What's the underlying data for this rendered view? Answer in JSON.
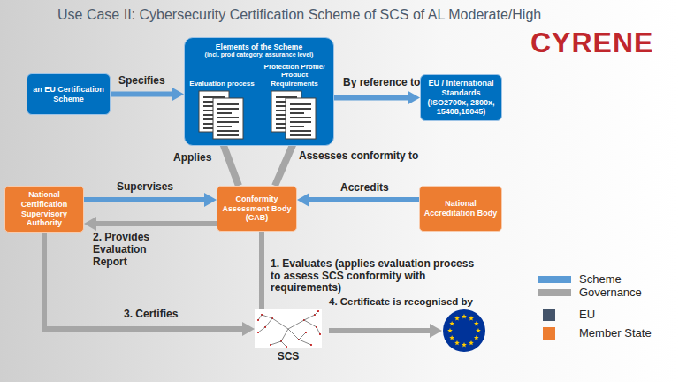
{
  "diagram": {
    "title": "Use Case II: Cybersecurity Certification Scheme of SCS of AL Moderate/High",
    "nodes": [
      {
        "text": [
          "an EU Certification Scheme"
        ]
      },
      {
        "text": [
          "Elements of the Scheme",
          "(incl. prod category, assurance level)"
        ]
      },
      {
        "text": [
          "Evaluation process"
        ],
        "in": 1
      },
      {
        "text": [
          "Protection Profile/ Product Requirements"
        ],
        "in": 1
      },
      {
        "text": [
          "EU / International Standards (ISO2700x, 2800x, 15408,18045)"
        ]
      },
      {
        "text": [
          "National Certification Supervisory Authority"
        ]
      },
      {
        "text": [
          "Conformity Assessment Body (CAB)"
        ]
      },
      {
        "text": [
          "National Accreditation Body"
        ]
      },
      {
        "text": [
          "SCS"
        ]
      }
    ],
    "edges": [
      {
        "from": 0,
        "to": 1,
        "label": "Specifies",
        "arrow": "to"
      },
      {
        "from": 1,
        "to": 4,
        "label": "By reference to",
        "arrow": "to"
      },
      {
        "from": 6,
        "to": 2,
        "label": "Applies",
        "arrow": "none"
      },
      {
        "from": 6,
        "to": 3,
        "label": "Assesses conformity to",
        "arrow": "none"
      },
      {
        "from": 5,
        "to": 6,
        "label": "Supervises",
        "arrow": "to"
      },
      {
        "from": 6,
        "to": 5,
        "label": "2. Provides Evaluation Report",
        "arrow": "to"
      },
      {
        "from": 7,
        "to": 6,
        "label": "Accredits",
        "arrow": "to"
      },
      {
        "from": 6,
        "to": 8,
        "label": "1. Evaluates (applies evaluation process to assess SCS conformity with requirements)",
        "arrow": "none"
      },
      {
        "from": 5,
        "to": 8,
        "label": "3. Certifies",
        "arrow": "to"
      }
    ],
    "labels": [
      "CYRENE",
      "4. Certificate is recognised by"
    ],
    "legend": [
      {
        "text": "Scheme",
        "color": "#5b9bd5"
      },
      {
        "text": "Governance",
        "color": "#a6a6a6"
      },
      {
        "text": "EU",
        "color": "#44546a"
      },
      {
        "text": "Member State",
        "color": "#ed7d31"
      }
    ]
  }
}
